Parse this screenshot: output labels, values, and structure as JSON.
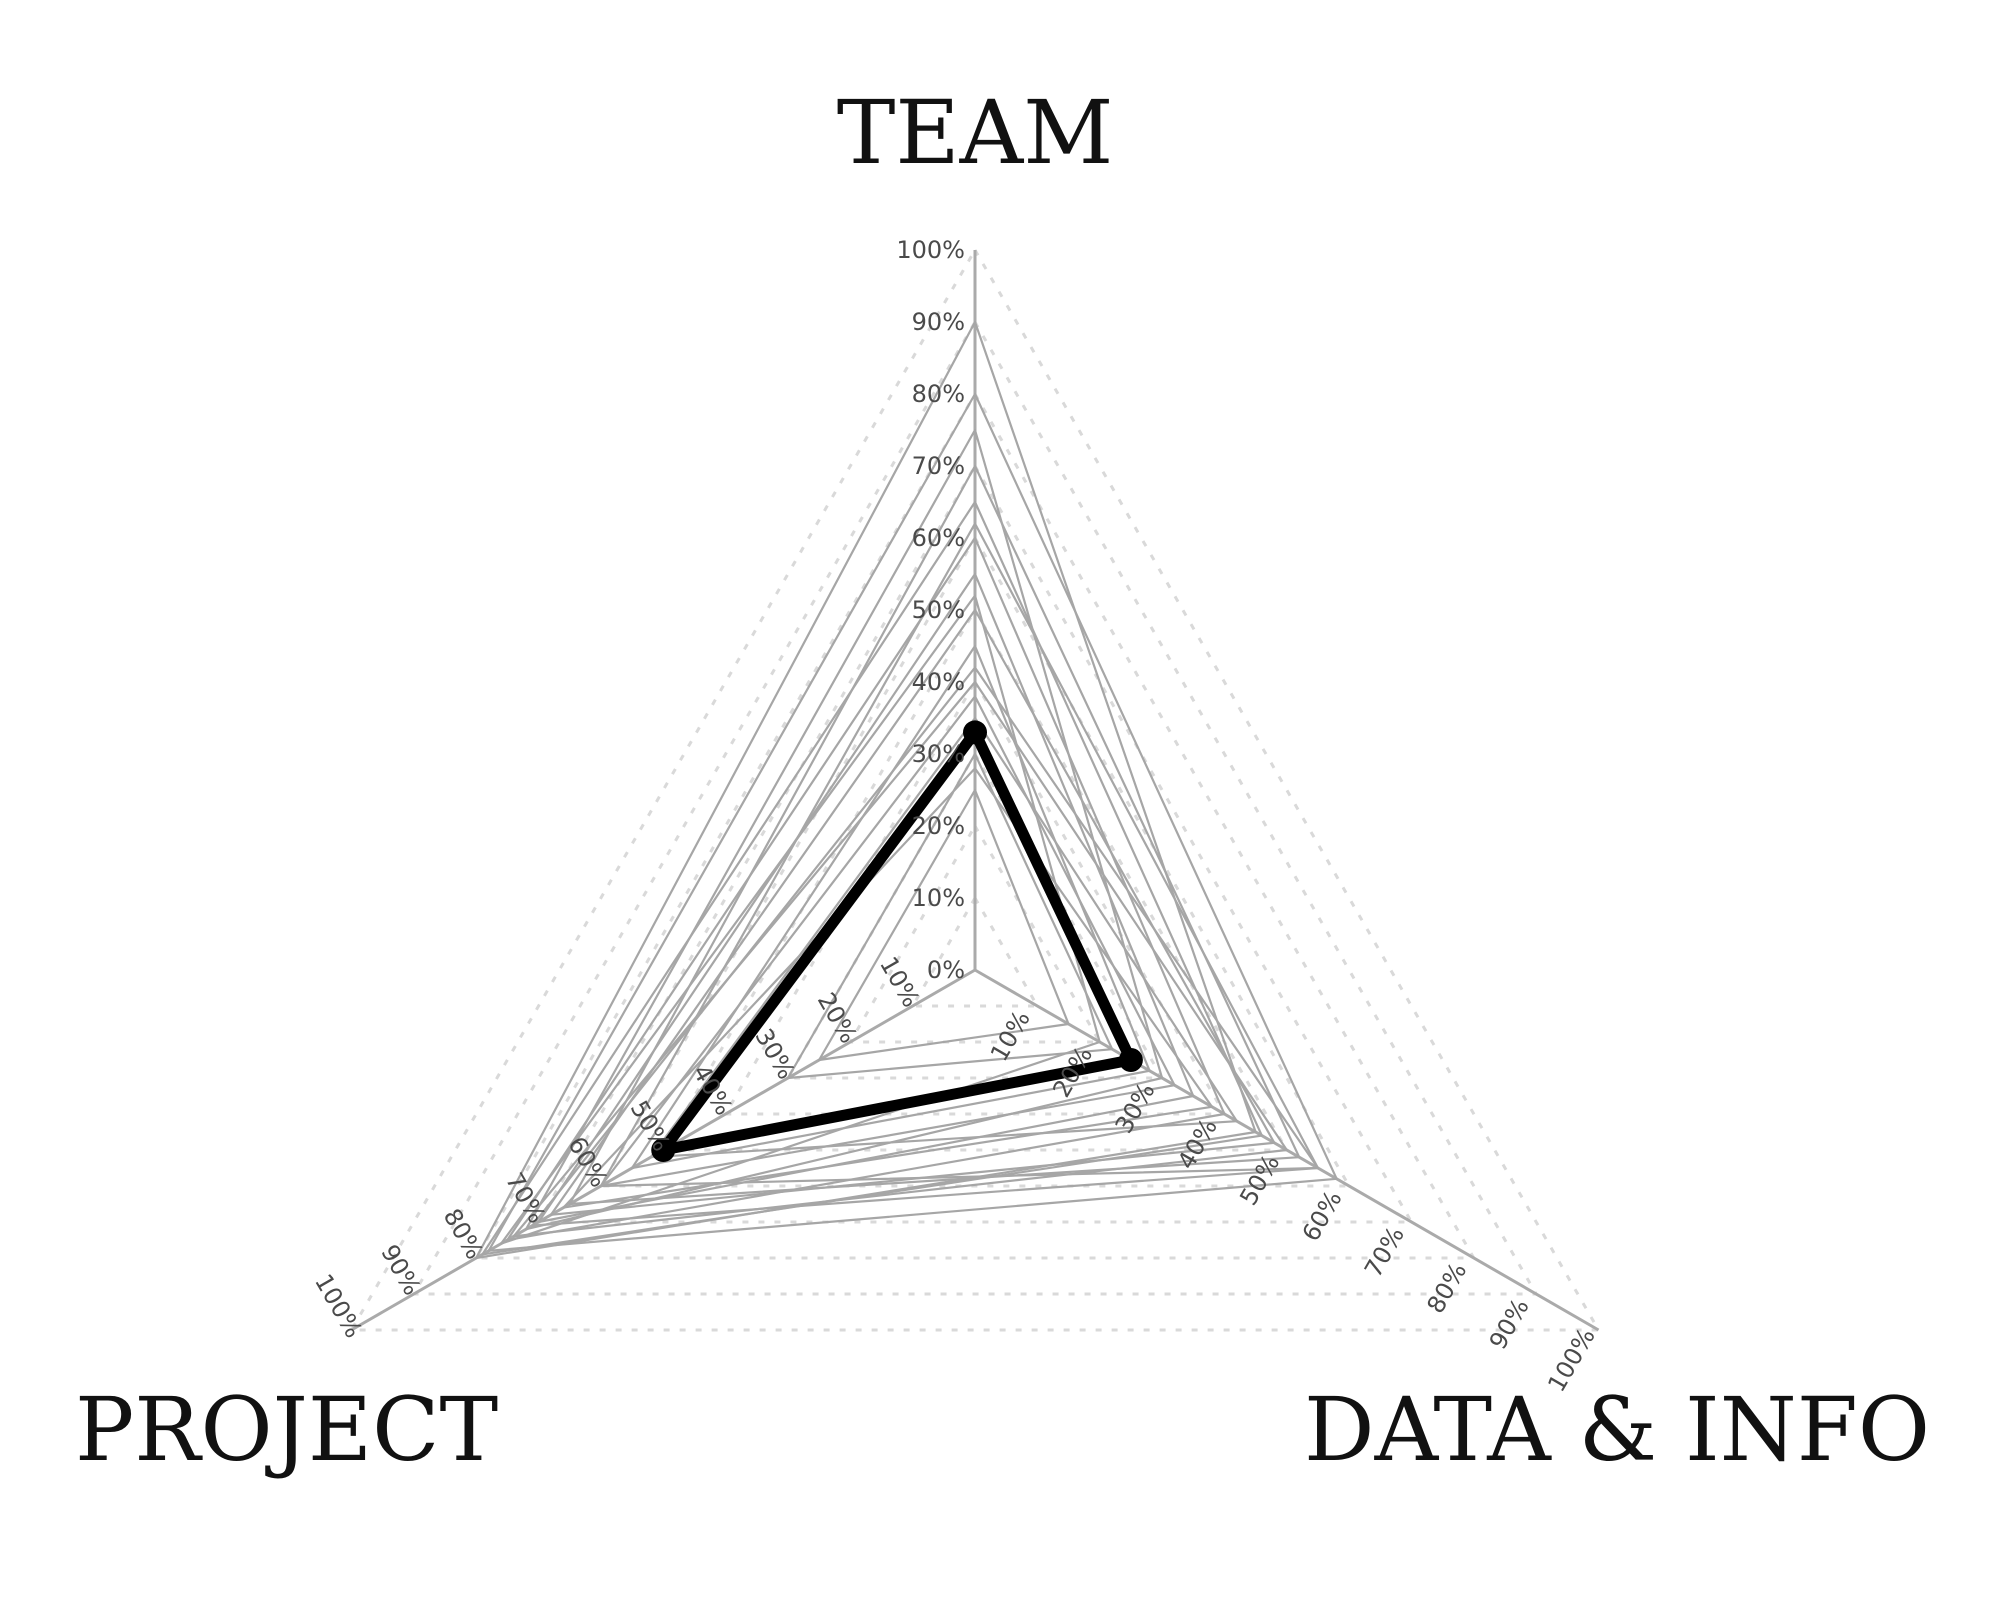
{
  "chart_data": {
    "type": "radar",
    "axes": [
      "TEAM",
      "DATA & INFO",
      "PROJECT"
    ],
    "range": [
      0,
      100
    ],
    "tick_labels": [
      "0%",
      "10%",
      "20%",
      "30%",
      "40%",
      "50%",
      "60%",
      "70%",
      "80%",
      "90%",
      "100%"
    ],
    "grid": "dashed",
    "highlight_color": "#000000",
    "background_color": "#a6a6a6",
    "highlight": {
      "TEAM": 33,
      "DATA & INFO": 25,
      "PROJECT": 50
    },
    "background": [
      {
        "TEAM": 90,
        "DATA & INFO": 45,
        "PROJECT": 80
      },
      {
        "TEAM": 80,
        "DATA & INFO": 58,
        "PROJECT": 78
      },
      {
        "TEAM": 75,
        "DATA & INFO": 30,
        "PROJECT": 72
      },
      {
        "TEAM": 70,
        "DATA & INFO": 52,
        "PROJECT": 65
      },
      {
        "TEAM": 60,
        "DATA & INFO": 40,
        "PROJECT": 75
      },
      {
        "TEAM": 62,
        "DATA & INFO": 55,
        "PROJECT": 60
      },
      {
        "TEAM": 55,
        "DATA & INFO": 35,
        "PROJECT": 70
      },
      {
        "TEAM": 50,
        "DATA & INFO": 48,
        "PROJECT": 68
      },
      {
        "TEAM": 45,
        "DATA & INFO": 28,
        "PROJECT": 55
      },
      {
        "TEAM": 40,
        "DATA & INFO": 50,
        "PROJECT": 74
      },
      {
        "TEAM": 38,
        "DATA & INFO": 32,
        "PROJECT": 60
      },
      {
        "TEAM": 35,
        "DATA & INFO": 42,
        "PROJECT": 52
      },
      {
        "TEAM": 28,
        "DATA & INFO": 38,
        "PROJECT": 66
      },
      {
        "TEAM": 30,
        "DATA & INFO": 22,
        "PROJECT": 30
      },
      {
        "TEAM": 25,
        "DATA & INFO": 15,
        "PROJECT": 25
      },
      {
        "TEAM": 65,
        "DATA & INFO": 46,
        "PROJECT": 79
      },
      {
        "TEAM": 52,
        "DATA & INFO": 20,
        "PROJECT": 76
      },
      {
        "TEAM": 42,
        "DATA & INFO": 55,
        "PROJECT": 71
      }
    ]
  }
}
